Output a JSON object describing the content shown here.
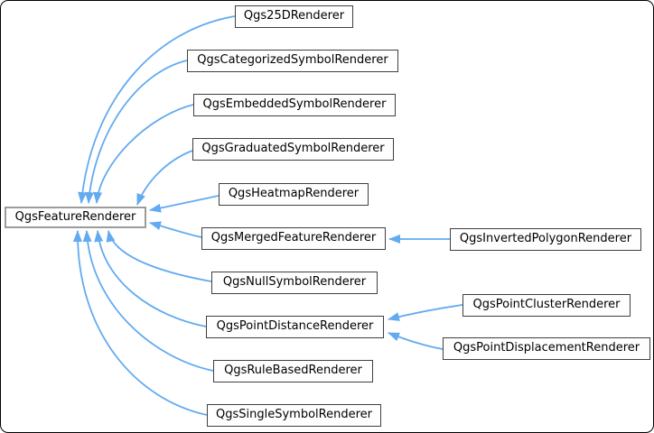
{
  "diagram": {
    "kind": "class-inheritance-graph",
    "edge_color": "#63aaf0",
    "node_border_color": "#404040",
    "focus_node_border_color": "#9c9c9c",
    "node_fill": "#fefefe",
    "nodes": [
      {
        "label": "QgsFeatureRenderer",
        "role": "base-focus"
      },
      {
        "label": "Qgs25DRenderer",
        "base": "QgsFeatureRenderer"
      },
      {
        "label": "QgsCategorizedSymbolRenderer",
        "base": "QgsFeatureRenderer"
      },
      {
        "label": "QgsEmbeddedSymbolRenderer",
        "base": "QgsFeatureRenderer"
      },
      {
        "label": "QgsGraduatedSymbolRenderer",
        "base": "QgsFeatureRenderer"
      },
      {
        "label": "QgsHeatmapRenderer",
        "base": "QgsFeatureRenderer"
      },
      {
        "label": "QgsMergedFeatureRenderer",
        "base": "QgsFeatureRenderer"
      },
      {
        "label": "QgsNullSymbolRenderer",
        "base": "QgsFeatureRenderer"
      },
      {
        "label": "QgsPointDistanceRenderer",
        "base": "QgsFeatureRenderer"
      },
      {
        "label": "QgsRuleBasedRenderer",
        "base": "QgsFeatureRenderer"
      },
      {
        "label": "QgsSingleSymbolRenderer",
        "base": "QgsFeatureRenderer"
      },
      {
        "label": "QgsInvertedPolygonRenderer",
        "base": "QgsMergedFeatureRenderer"
      },
      {
        "label": "QgsPointClusterRenderer",
        "base": "QgsPointDistanceRenderer"
      },
      {
        "label": "QgsPointDisplacementRenderer",
        "base": "QgsPointDistanceRenderer"
      }
    ],
    "edges": [
      {
        "from": "Qgs25DRenderer",
        "to": "QgsFeatureRenderer"
      },
      {
        "from": "QgsCategorizedSymbolRenderer",
        "to": "QgsFeatureRenderer"
      },
      {
        "from": "QgsEmbeddedSymbolRenderer",
        "to": "QgsFeatureRenderer"
      },
      {
        "from": "QgsGraduatedSymbolRenderer",
        "to": "QgsFeatureRenderer"
      },
      {
        "from": "QgsHeatmapRenderer",
        "to": "QgsFeatureRenderer"
      },
      {
        "from": "QgsMergedFeatureRenderer",
        "to": "QgsFeatureRenderer"
      },
      {
        "from": "QgsNullSymbolRenderer",
        "to": "QgsFeatureRenderer"
      },
      {
        "from": "QgsPointDistanceRenderer",
        "to": "QgsFeatureRenderer"
      },
      {
        "from": "QgsRuleBasedRenderer",
        "to": "QgsFeatureRenderer"
      },
      {
        "from": "QgsSingleSymbolRenderer",
        "to": "QgsFeatureRenderer"
      },
      {
        "from": "QgsInvertedPolygonRenderer",
        "to": "QgsMergedFeatureRenderer"
      },
      {
        "from": "QgsPointClusterRenderer",
        "to": "QgsPointDistanceRenderer"
      },
      {
        "from": "QgsPointDisplacementRenderer",
        "to": "QgsPointDistanceRenderer"
      }
    ]
  }
}
